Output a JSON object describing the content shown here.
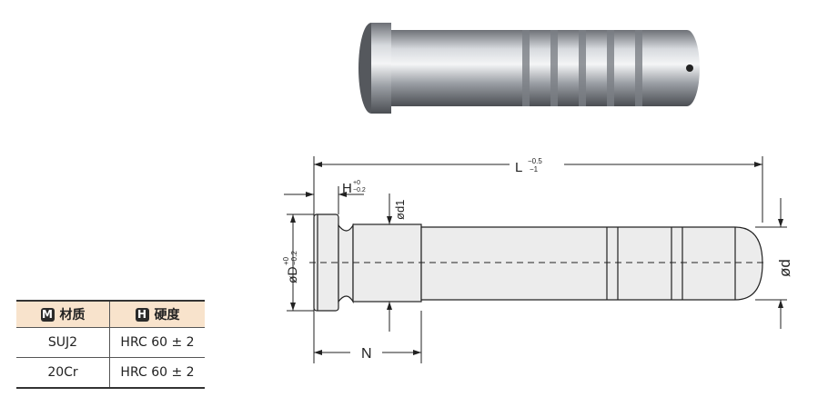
{
  "table": {
    "headers": [
      {
        "badge": "M",
        "label": "材质"
      },
      {
        "badge": "H",
        "label": "硬度"
      }
    ],
    "rows": [
      [
        "SUJ2",
        "HRC 60 ± 2"
      ],
      [
        "20Cr",
        "HRC 60 ± 2"
      ]
    ]
  },
  "drawing": {
    "L": "L",
    "L_tol_upper": "−0.5",
    "L_tol_lower": "−1",
    "H": "H",
    "H_tol_upper": "+0",
    "H_tol_lower": "−0.2",
    "D": "øD",
    "D_tol_upper": "+0",
    "D_tol_lower": "−0.2",
    "d1": "ød1",
    "d": "ød",
    "N": "N"
  }
}
